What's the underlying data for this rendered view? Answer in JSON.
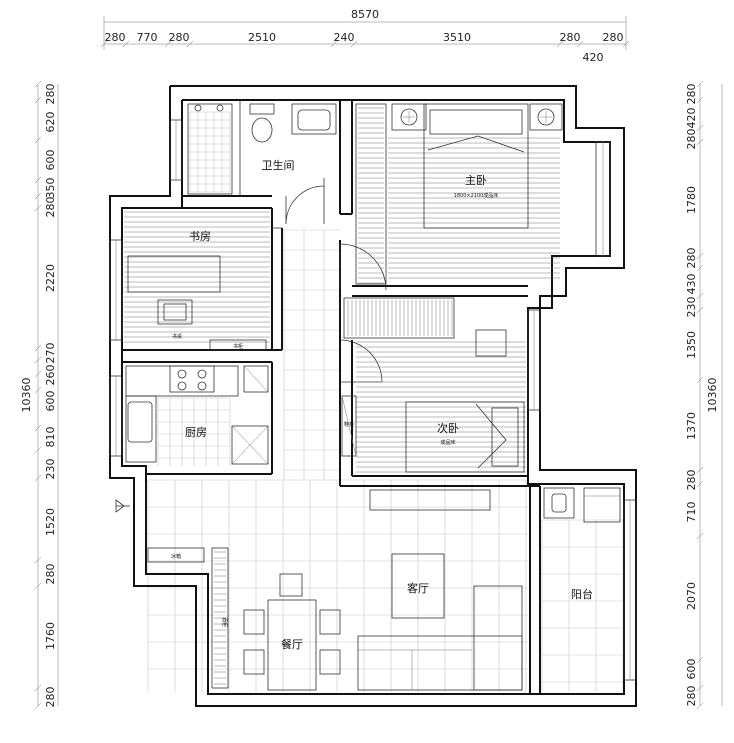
{
  "dimensions": {
    "total_width": "8570",
    "top": [
      "280",
      "770",
      "280",
      "2510",
      "240",
      "3510",
      "280",
      "280"
    ],
    "top_sub": "420",
    "left_total": "10360",
    "left": [
      "280",
      "620",
      "600",
      "350",
      "280",
      "2220",
      "270",
      "260",
      "600",
      "810",
      "230",
      "1520",
      "280",
      "1760",
      "280"
    ],
    "right_total": "10360",
    "right": [
      "280",
      "420",
      "280",
      "1780",
      "280",
      "430",
      "230",
      "1350",
      "1370",
      "280",
      "710",
      "2070",
      "600",
      "280"
    ]
  },
  "rooms": {
    "bathroom": "卫生间",
    "master_bedroom": "主卧",
    "master_bed_note": "1800×2100成品床",
    "study": "书房",
    "study_desk": "书桌",
    "study_shelf": "书柜",
    "kitchen": "厨房",
    "second_bedroom": "次卧",
    "second_bed_note": "成品床",
    "shoe_cabinet": "鞋柜",
    "living_room": "客厅",
    "dining_room": "餐厅",
    "balcony": "阳台",
    "fridge": "冰箱",
    "wine_cabinet": "酒柜"
  }
}
